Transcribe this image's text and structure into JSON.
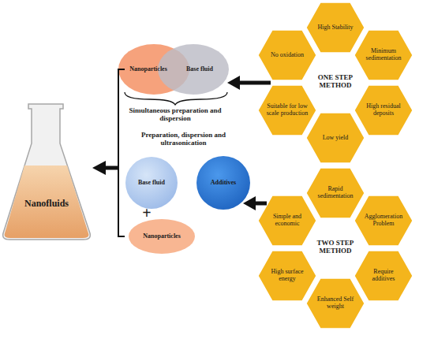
{
  "diagram": {
    "nodes": [
      {
        "text": [
          "Nanofluids"
        ]
      },
      {
        "text": [
          "Nanoparticles"
        ]
      },
      {
        "text": [
          "Base fluid"
        ]
      },
      {
        "text": [
          "Base fluid"
        ]
      },
      {
        "text": [
          "Additives"
        ]
      },
      {
        "text": [
          "Nanoparticles"
        ]
      },
      {
        "text": [
          "High Stability"
        ]
      },
      {
        "text": [
          "No oxidation"
        ]
      },
      {
        "text": [
          "Minimum sedimentation"
        ]
      },
      {
        "text": [
          "Suitable for low scale production"
        ]
      },
      {
        "text": [
          "High residual deposits"
        ]
      },
      {
        "text": [
          "Low yield"
        ]
      },
      {
        "text": [
          "Rapid sedimentation"
        ]
      },
      {
        "text": [
          "Simple and economic"
        ]
      },
      {
        "text": [
          "Agglomeration Problem"
        ]
      },
      {
        "text": [
          "High surface energy"
        ]
      },
      {
        "text": [
          "Require additives"
        ]
      },
      {
        "text": [
          "Enhanced Self weight"
        ]
      }
    ],
    "labels": [
      "Simultaneous preparation and dispersion",
      "Preparation, dispersion and ultrasonication",
      "+",
      "ONE STEP METHOD",
      "TWO STEP METHOD"
    ]
  }
}
